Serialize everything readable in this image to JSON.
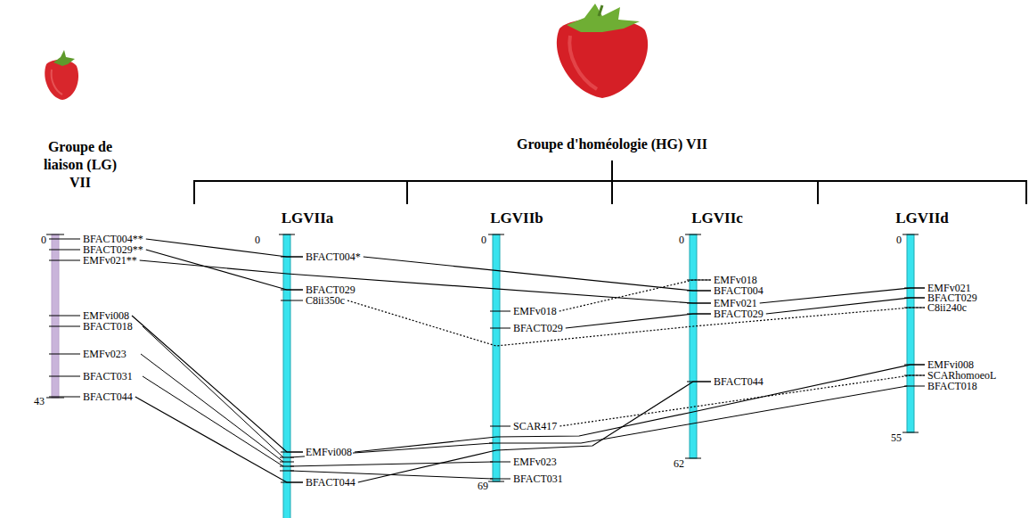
{
  "diagram": {
    "nodes": [
      {
        "text": [
          "BFACT004**"
        ]
      },
      {
        "text": [
          "BFACT029**"
        ]
      },
      {
        "text": [
          "EMFv021**"
        ]
      },
      {
        "text": [
          "EMFvi008"
        ]
      },
      {
        "text": [
          "BFACT018"
        ]
      },
      {
        "text": [
          "EMFv023"
        ]
      },
      {
        "text": [
          "BFACT031"
        ]
      },
      {
        "text": [
          "BFACT044"
        ]
      },
      {
        "text": [
          "BFACT004*"
        ]
      },
      {
        "text": [
          "BFACT029"
        ]
      },
      {
        "text": [
          "C8ii350c"
        ]
      },
      {
        "text": [
          "EMFvi008"
        ]
      },
      {
        "text": [
          "BFACT044"
        ]
      },
      {
        "text": [
          "EMFv018"
        ]
      },
      {
        "text": [
          "BFACT029"
        ]
      },
      {
        "text": [
          "SCAR417"
        ]
      },
      {
        "text": [
          "EMFv023"
        ]
      },
      {
        "text": [
          "BFACT031"
        ]
      },
      {
        "text": [
          "EMFv018"
        ]
      },
      {
        "text": [
          "BFACT004"
        ]
      },
      {
        "text": [
          "EMFv021"
        ]
      },
      {
        "text": [
          "BFACT029"
        ]
      },
      {
        "text": [
          "BFACT044"
        ]
      },
      {
        "text": [
          "EMFv021"
        ]
      },
      {
        "text": [
          "BFACT029"
        ]
      },
      {
        "text": [
          "C8ii240c"
        ]
      },
      {
        "text": [
          "EMFvi008"
        ]
      },
      {
        "text": [
          "SCARhomoeoL"
        ]
      },
      {
        "text": [
          "BFACT018"
        ]
      }
    ],
    "edges": [
      {
        "from": 0,
        "to": 8,
        "arrow": "none"
      },
      {
        "from": 1,
        "to": 9,
        "arrow": "none"
      },
      {
        "from": 2,
        "to": 20,
        "arrow": "none"
      },
      {
        "from": 3,
        "to": 11,
        "arrow": "none"
      },
      {
        "from": 7,
        "to": 12,
        "arrow": "none"
      },
      {
        "from": 8,
        "to": 19,
        "arrow": "none"
      },
      {
        "from": 13,
        "to": 18,
        "arrow": "none"
      },
      {
        "from": 14,
        "to": 21,
        "arrow": "none"
      },
      {
        "from": 10,
        "to": 25,
        "arrow": "none"
      },
      {
        "from": 20,
        "to": 23,
        "arrow": "none"
      },
      {
        "from": 21,
        "to": 24,
        "arrow": "none"
      },
      {
        "from": 11,
        "to": 26,
        "arrow": "none"
      },
      {
        "from": 15,
        "to": 27,
        "arrow": "none"
      },
      {
        "from": 12,
        "to": 22,
        "arrow": "none"
      }
    ],
    "labels": [
      "Groupe de liaison (LG) VII",
      "Groupe d'homéologie (HG) VII",
      "LGVIIa",
      "LGVIIb",
      "LGVIIc",
      "LGVIId",
      "0",
      "43",
      "0",
      "0",
      "69",
      "0",
      "62",
      "0",
      "55"
    ]
  }
}
